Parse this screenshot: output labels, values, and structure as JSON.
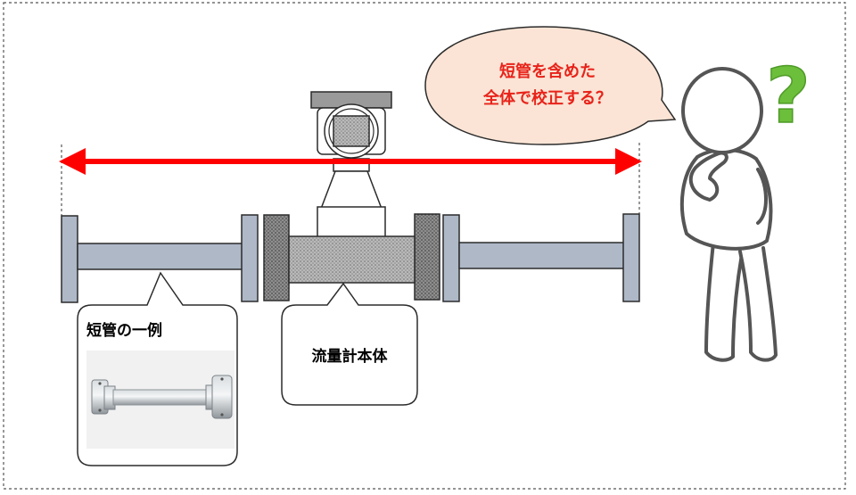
{
  "speech": {
    "line1": "短管を含めた",
    "line2": "全体で校正する？",
    "text_color": "#e8231a",
    "fill": "#fbe4d5"
  },
  "labels": {
    "short_pipe_example": "短管の一例",
    "flowmeter_body": "流量計本体"
  },
  "question_mark": {
    "glyph": "?",
    "color": "#6cbf3a"
  },
  "colors": {
    "pipe": "#aeb8c7",
    "pipe_stroke": "#2b2b2b",
    "arrow": "#ff0000",
    "meter_gray": "#9a9a9a",
    "flange_dark": "#7a7a7a"
  }
}
